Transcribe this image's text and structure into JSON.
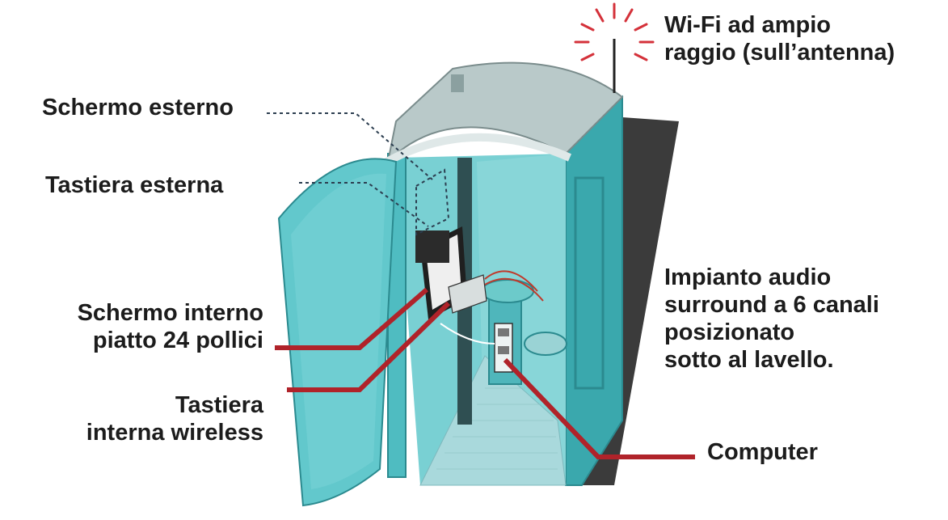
{
  "labels": {
    "wifi": [
      "Wi-Fi ad ampio",
      "raggio (sull’antenna)"
    ],
    "external_screen": "Schermo esterno",
    "external_keyboard": "Tastiera esterna",
    "internal_screen": [
      "Schermo interno",
      "piatto 24 pollici"
    ],
    "internal_keyboard": [
      "Tastiera",
      "interna wireless"
    ],
    "audio": [
      "Impianto audio",
      "surround a 6 canali",
      "posizionato",
      "sotto al lavello."
    ],
    "computer": "Computer"
  },
  "colors": {
    "cabin": "#5fc3c8",
    "cabin_dark": "#2f9aa0",
    "roof": "#9fb7b8",
    "callout_line": "#b0232a",
    "dashed_line": "#2c3e50",
    "wifi_signal": "#d4313a",
    "text": "#1c1c1c"
  }
}
